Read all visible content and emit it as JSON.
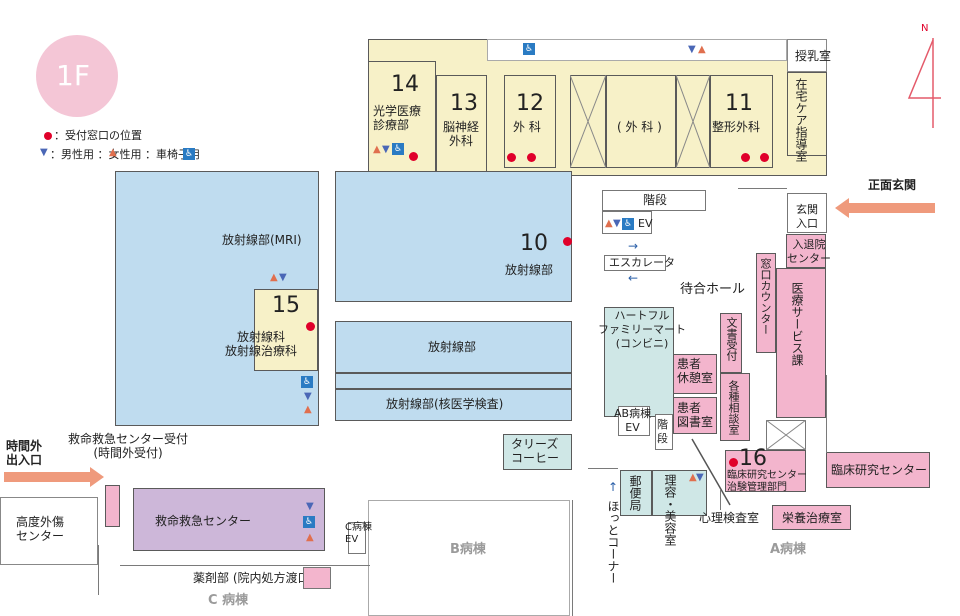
{
  "floor": "1F",
  "legend": {
    "counter": "：受付窓口の位置",
    "toilets": "：男性用 ：女性用 ：車椅子用"
  },
  "compass": "N",
  "rooms": {
    "r14_num": "14",
    "r14_name": "光学医療\n診療部",
    "r13_num": "13",
    "r13_name": "脳神経\n外科",
    "r12_num": "12",
    "r12_name": "外 科",
    "surgery_center": "( 外 科 )",
    "r11_num": "11",
    "r11_name": "整形外科",
    "nursing": "授乳室",
    "home_care": "在宅ケア指導室",
    "r10_num": "10",
    "r10_name": "放射線部",
    "mri": "放射線部(MRI)",
    "r15_num": "15",
    "r15_name": "放射線科\n放射線治療科",
    "radiology": "放射線部",
    "nuclear": "放射線部(核医学検査)",
    "tullys": "タリーズ\nコーヒー",
    "stairs_top": "階段",
    "ev": "EV",
    "escalator": "エスカレータ",
    "hall": "待合ホール",
    "familymart": "ハートフル\nファミリーマート\n(コンビニ)",
    "ab_ev": "AB病棟\nEV",
    "stairs_small": "階\n段",
    "patient_lounge": "患者\n休憩室",
    "patient_library": "患者\n図書室",
    "entrance": "玄関\n入口",
    "main_entrance": "正面玄関",
    "admission": "入退院\nセンター",
    "window_counter": "窓口カウンター",
    "medical_service": "医療サービス課",
    "doc_reception": "文書受付",
    "consult": "各種相談室",
    "r16_num": "16",
    "r16_name": "臨床研究センター\n治験管理部門",
    "clinical_research": "臨床研究センター",
    "post": "郵便局",
    "barber": "理容・美容室",
    "hotto": "ほっとコーナー",
    "psych": "心理検査室",
    "nutrition": "栄養治療室",
    "a_ward": "A病棟",
    "b_ward": "B病棟",
    "c_ward": "C 病棟",
    "c_ev": "C病棟\nEV",
    "after_hours": "時間外\n出入口",
    "er_reception": "救命救急センター受付\n(時間外受付)",
    "trauma": "高度外傷\nセンター",
    "er": "救命救急センター",
    "pharmacy": "薬剤部 (院内処方渡口)"
  },
  "colors": {
    "cream": "#f7f1c8",
    "blue": "#bfdcef",
    "pink": "#f3b5cd",
    "mint": "#cfe7e6",
    "lavender": "#cdb7d9",
    "counter_dot": "#e0002a",
    "arrow": "#ef9a7c"
  }
}
